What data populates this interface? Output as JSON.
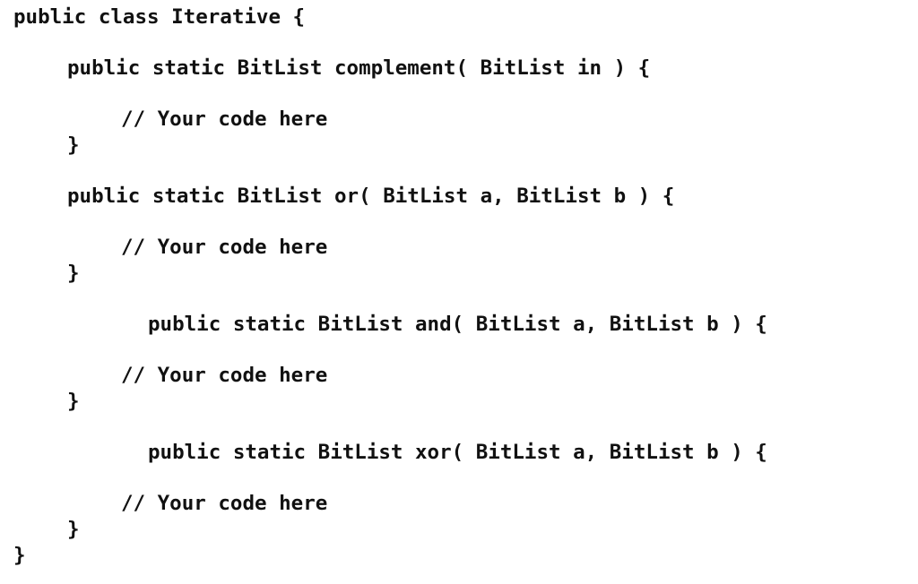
{
  "code": {
    "class_open": "public class Iterative {",
    "methods": [
      {
        "signature": "public static BitList complement( BitList in ) {",
        "comment": "// Your code here",
        "close": "}"
      },
      {
        "signature": "public static BitList or( BitList a, BitList b ) {",
        "comment": "// Your code here",
        "close": "}"
      },
      {
        "signature": "public static BitList and( BitList a, BitList b ) {",
        "comment": "// Your code here",
        "close": "}"
      },
      {
        "signature": "public static BitList xor( BitList a, BitList b ) {",
        "comment": "// Your code here",
        "close": "}"
      }
    ],
    "class_close": "}"
  }
}
